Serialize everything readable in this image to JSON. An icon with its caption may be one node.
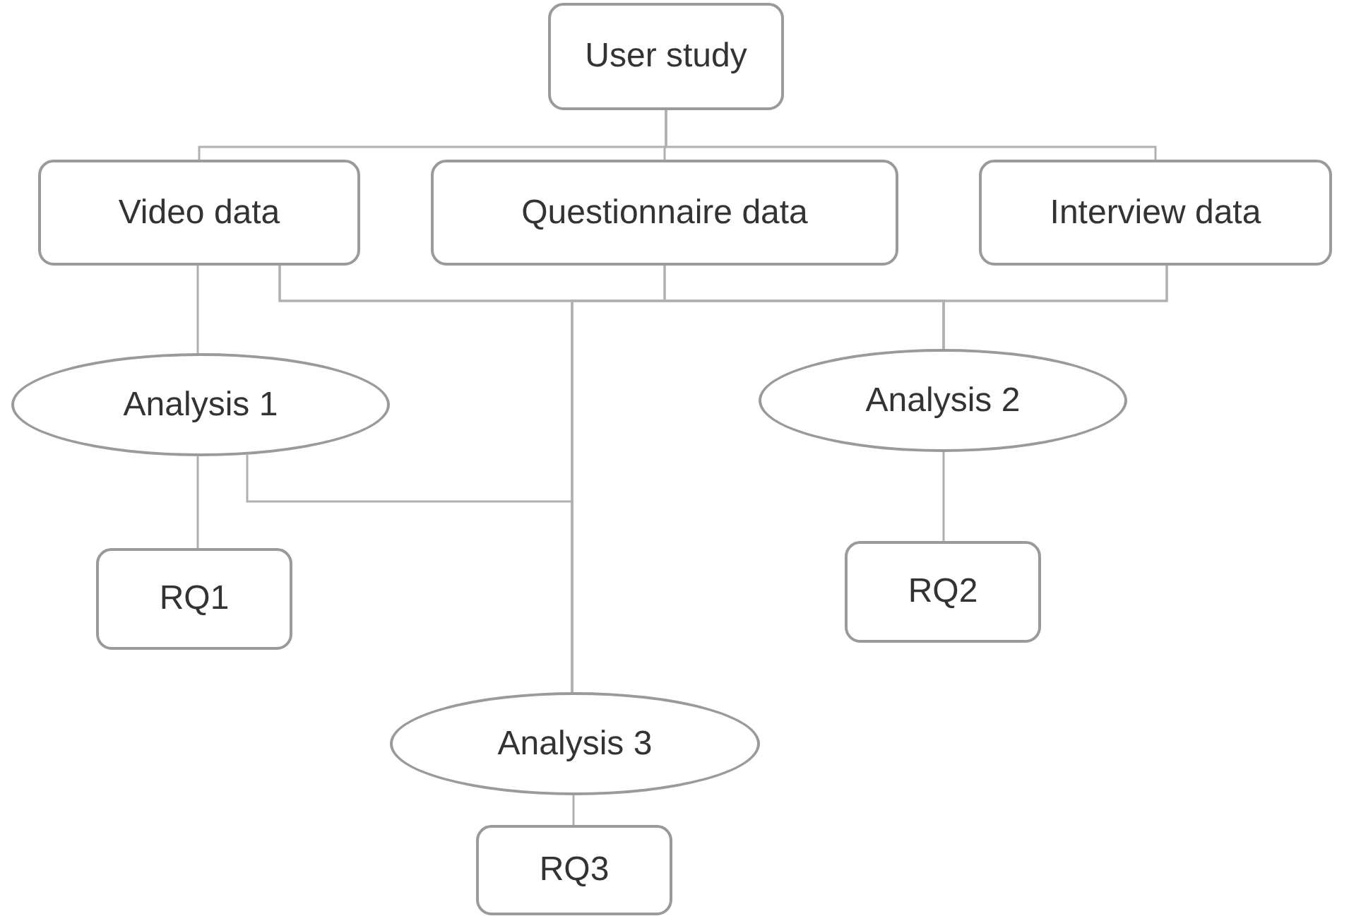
{
  "diagram": {
    "nodes": [
      {
        "text": [
          "User study"
        ]
      },
      {
        "text": [
          "Video data"
        ]
      },
      {
        "text": [
          "Questionnaire data"
        ]
      },
      {
        "text": [
          "Interview data"
        ]
      },
      {
        "text": [
          "Analysis 1"
        ]
      },
      {
        "text": [
          "Analysis 2"
        ]
      },
      {
        "text": [
          "RQ1"
        ]
      },
      {
        "text": [
          "RQ2"
        ]
      },
      {
        "text": [
          "Analysis 3"
        ]
      },
      {
        "text": [
          "RQ3"
        ]
      }
    ],
    "edges": [
      {
        "from": 0,
        "to": 1,
        "arrow": "none"
      },
      {
        "from": 0,
        "to": 2,
        "arrow": "none"
      },
      {
        "from": 0,
        "to": 3,
        "arrow": "none"
      },
      {
        "from": 1,
        "to": 4,
        "arrow": "none"
      },
      {
        "from": 1,
        "to": 5,
        "arrow": "none"
      },
      {
        "from": 2,
        "to": 5,
        "arrow": "none"
      },
      {
        "from": 3,
        "to": 5,
        "arrow": "none"
      },
      {
        "from": 1,
        "to": 8,
        "arrow": "none"
      },
      {
        "from": 2,
        "to": 8,
        "arrow": "none"
      },
      {
        "from": 3,
        "to": 8,
        "arrow": "none"
      },
      {
        "from": 4,
        "to": 8,
        "arrow": "none"
      },
      {
        "from": 4,
        "to": 6,
        "arrow": "none"
      },
      {
        "from": 5,
        "to": 7,
        "arrow": "none"
      },
      {
        "from": 8,
        "to": 9,
        "arrow": "none"
      }
    ]
  }
}
